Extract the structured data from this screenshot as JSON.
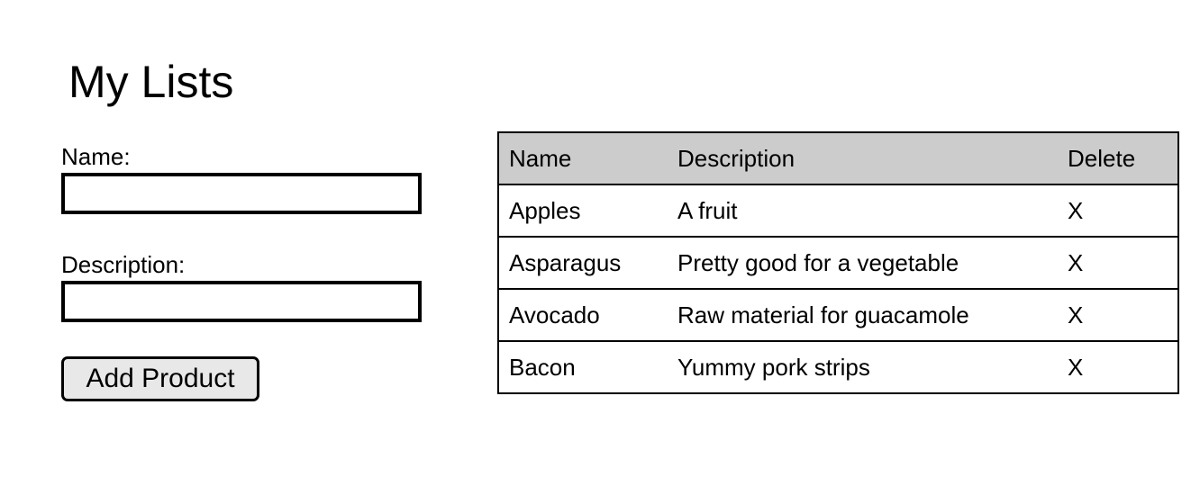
{
  "page": {
    "title": "My Lists"
  },
  "form": {
    "name_label": "Name:",
    "name_value": "",
    "description_label": "Description:",
    "description_value": "",
    "add_button_label": "Add Product"
  },
  "table": {
    "headers": {
      "name": "Name",
      "description": "Description",
      "delete": "Delete"
    },
    "rows": [
      {
        "name": "Apples",
        "description": "A fruit",
        "delete": "X"
      },
      {
        "name": "Asparagus",
        "description": "Pretty good for a vegetable",
        "delete": "X"
      },
      {
        "name": "Avocado",
        "description": "Raw material for guacamole",
        "delete": "X"
      },
      {
        "name": "Bacon",
        "description": "Yummy pork strips",
        "delete": "X"
      }
    ]
  },
  "colors": {
    "header_background": "#cccccc",
    "button_background": "#e8e8e8",
    "border": "#000000"
  }
}
